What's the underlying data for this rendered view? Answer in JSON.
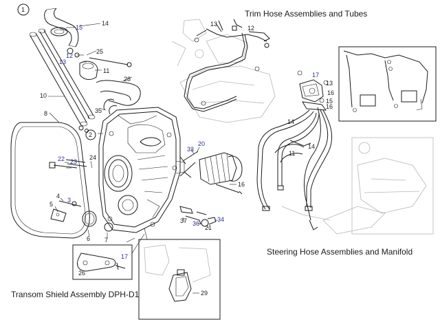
{
  "titles": {
    "trim_hose": "Trim Hose Assemblies and Tubes",
    "steering_hose": "Steering Hose Assemblies and Manifold",
    "transom_shield": "Transom Shield Assembly DPH-D1"
  },
  "callouts": {
    "c1": "1",
    "c2": "2",
    "c3": "3",
    "c4": "4",
    "c5": "5",
    "c6": "6",
    "c7": "7",
    "c8": "8",
    "c10": "10",
    "c11": "11",
    "c12": "12",
    "c13": "13",
    "c14": "14",
    "c15": "15",
    "c16": "16",
    "c17": "17",
    "c20": "20",
    "c21": "21",
    "c22": "22",
    "c23": "23",
    "c24": "24",
    "c25": "25",
    "c26": "26",
    "c28": "28",
    "c29": "29",
    "c33": "33",
    "c34": "34",
    "c35": "35",
    "c36": "36",
    "c37": "37"
  },
  "colors": {
    "ink": "#1a1a1a",
    "callout_blue": "#26308a",
    "ghost": "#b5b5b5"
  }
}
